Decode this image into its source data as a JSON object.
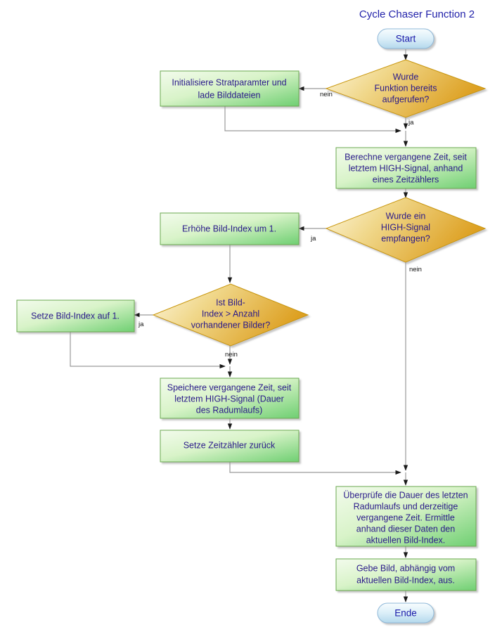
{
  "title": "Cycle Chaser Function 2",
  "colors": {
    "node_text": "#2a1a8a",
    "title": "#2222aa",
    "process_fill_light": "#e8f8df",
    "process_fill_dark": "#76d17a",
    "process_border": "#6aa84f",
    "decision_fill_light": "#fbf2d0",
    "decision_fill_dark": "#e0a426",
    "decision_border": "#c8960c",
    "terminal_fill_light": "#f4fafd",
    "terminal_fill_dark": "#bcdcee",
    "terminal_border": "#8fb8d8",
    "connector": "#9a9a9a",
    "arrowhead": "#1a1a1a"
  },
  "nodes": {
    "start": {
      "type": "terminal",
      "label": "Start"
    },
    "d1": {
      "type": "decision",
      "lines": [
        "Wurde",
        "Funktion bereits",
        "aufgerufen?"
      ]
    },
    "p_init": {
      "type": "process",
      "lines": [
        "Initialisiere Stratparamter und",
        "lade Bilddateien"
      ]
    },
    "p_berechne": {
      "type": "process",
      "lines": [
        "Berechne vergangene Zeit, seit",
        "letztem HIGH-Signal, anhand",
        "eines Zeitzählers"
      ]
    },
    "d2": {
      "type": "decision",
      "lines": [
        "Wurde ein",
        "HIGH-Signal",
        "empfangen?"
      ]
    },
    "p_erhoehe": {
      "type": "process",
      "lines": [
        "Erhöhe Bild-Index um 1."
      ]
    },
    "d3": {
      "type": "decision",
      "lines": [
        "Ist Bild-",
        "Index > Anzahl",
        "vorhandener Bilder?"
      ]
    },
    "p_setze_index": {
      "type": "process",
      "lines": [
        "Setze Bild-Index auf 1."
      ]
    },
    "p_speichere": {
      "type": "process",
      "lines": [
        "Speichere vergangene Zeit, seit",
        "letztem HIGH-Signal (Dauer",
        "des Radumlaufs)"
      ]
    },
    "p_reset": {
      "type": "process",
      "lines": [
        "Setze Zeitzähler zurück"
      ]
    },
    "p_ueberpruefe": {
      "type": "process",
      "lines": [
        "Überprüfe die Dauer des letzten",
        "Radumlaufs und derzeitige",
        "vergangene Zeit. Ermittle",
        "anhand dieser Daten den",
        "aktuellen Bild-Index."
      ]
    },
    "p_gebe": {
      "type": "process",
      "lines": [
        "Gebe Bild, abhängig vom",
        "aktuellen Bild-Index, aus."
      ]
    },
    "end": {
      "type": "terminal",
      "label": "Ende"
    }
  },
  "edge_labels": {
    "d1_nein": "nein",
    "d1_ja": "ja",
    "d2_ja": "ja",
    "d2_nein": "nein",
    "d3_ja": "ja",
    "d3_nein": "nein"
  }
}
